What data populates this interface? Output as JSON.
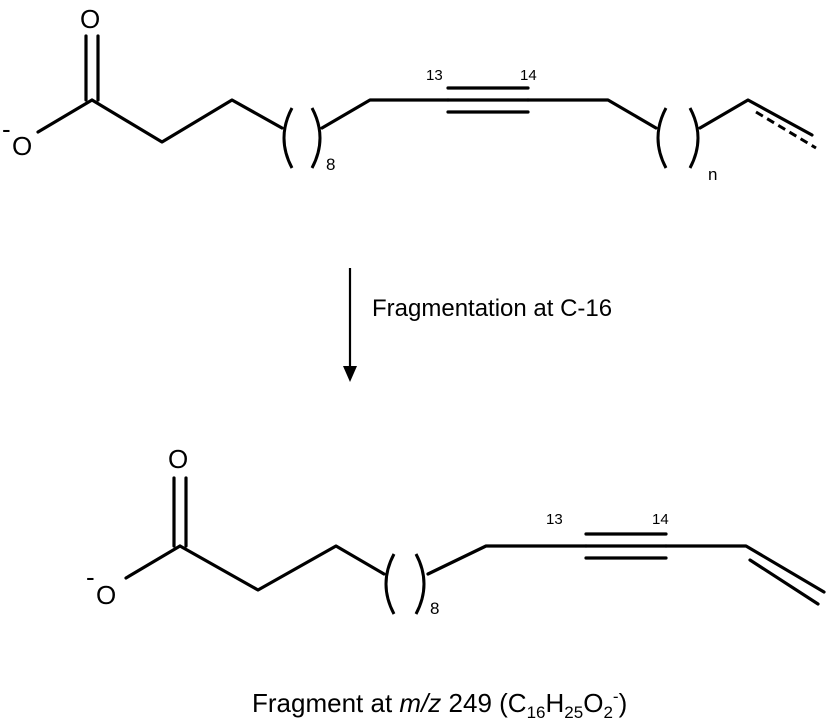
{
  "reactant": {
    "oxygen_top": "O",
    "oxygen_left": "O",
    "charge": "-",
    "carbon_label_a": "13",
    "carbon_label_b": "14",
    "repeat_count_1": "8",
    "repeat_count_2": "n"
  },
  "reaction": {
    "label": "Fragmentation at C-16"
  },
  "product": {
    "oxygen_top": "O",
    "oxygen_left": "O",
    "charge": "-",
    "carbon_label_a": "13",
    "carbon_label_b": "14",
    "repeat_count_1": "8"
  },
  "caption": {
    "prefix": "Fragment at ",
    "mz": "m/z",
    "value": " 249 (",
    "c": "C",
    "c_sub": "16",
    "h": "H",
    "h_sub": "25",
    "o": "O",
    "o_sub": "2",
    "charge": "-",
    "suffix": ")"
  }
}
